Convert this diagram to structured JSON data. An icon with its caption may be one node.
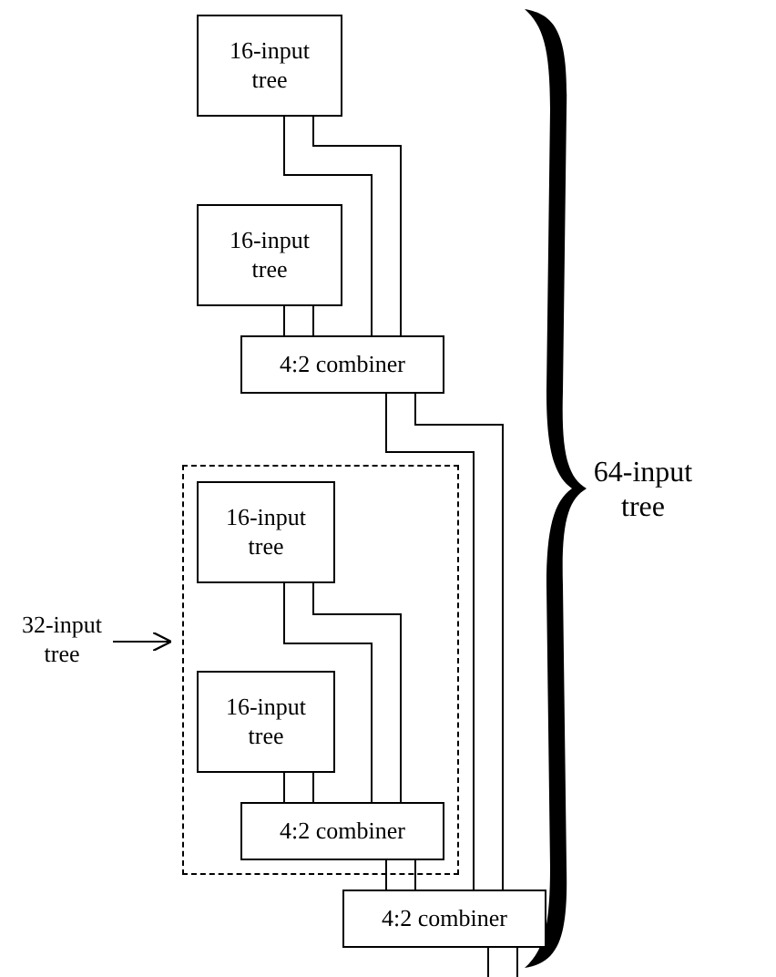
{
  "diagram": {
    "nodes": [
      {
        "text": [
          "16-input tree"
        ]
      },
      {
        "text": [
          "16-input tree"
        ]
      },
      {
        "text": [
          "4:2 combiner"
        ]
      },
      {
        "text": [
          "32-input tree"
        ]
      },
      {
        "text": [],
        "shape": "box"
      },
      {
        "text": [
          "16-input tree"
        ],
        "in": 4
      },
      {
        "text": [
          "16-input tree"
        ],
        "in": 4
      },
      {
        "text": [
          "4:2 combiner"
        ],
        "in": 4
      },
      {
        "text": [
          "4:2 combiner"
        ]
      }
    ],
    "edges": [
      {
        "from": 0,
        "to": 2,
        "arrow": "none"
      },
      {
        "from": 0,
        "to": 2,
        "arrow": "none"
      },
      {
        "from": 1,
        "to": 2,
        "arrow": "none"
      },
      {
        "from": 1,
        "to": 2,
        "arrow": "none"
      },
      {
        "from": 3,
        "to": 4,
        "arrow": "to"
      },
      {
        "from": 5,
        "to": 7,
        "arrow": "none"
      },
      {
        "from": 5,
        "to": 7,
        "arrow": "none"
      },
      {
        "from": 6,
        "to": 7,
        "arrow": "none"
      },
      {
        "from": 6,
        "to": 7,
        "arrow": "none"
      },
      {
        "from": 2,
        "to": 8,
        "arrow": "none"
      },
      {
        "from": 2,
        "to": 8,
        "arrow": "none"
      },
      {
        "from": 7,
        "to": 8,
        "arrow": "none"
      },
      {
        "from": 7,
        "to": 8,
        "arrow": "none"
      },
      {
        "from": 8,
        "to": null,
        "arrow": "none"
      },
      {
        "from": 8,
        "to": null,
        "arrow": "none"
      }
    ],
    "labels": [
      "64-input tree"
    ]
  }
}
